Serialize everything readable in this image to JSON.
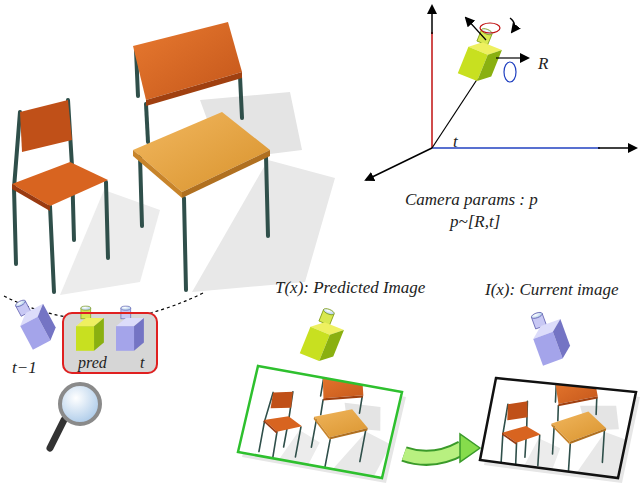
{
  "diagram": {
    "nodes": [
      {
        "text": [
          "pred",
          "t"
        ]
      },
      {
        "text": [
          "T(x): Predicted Image"
        ]
      },
      {
        "text": [
          "I(x): Current image"
        ]
      }
    ],
    "edges": [
      {
        "from": 1,
        "to": 2,
        "arrow": "to"
      }
    ],
    "labels": [
      "R",
      "t",
      "Camera params : p",
      "p~[R,t]",
      "t−1"
    ]
  }
}
